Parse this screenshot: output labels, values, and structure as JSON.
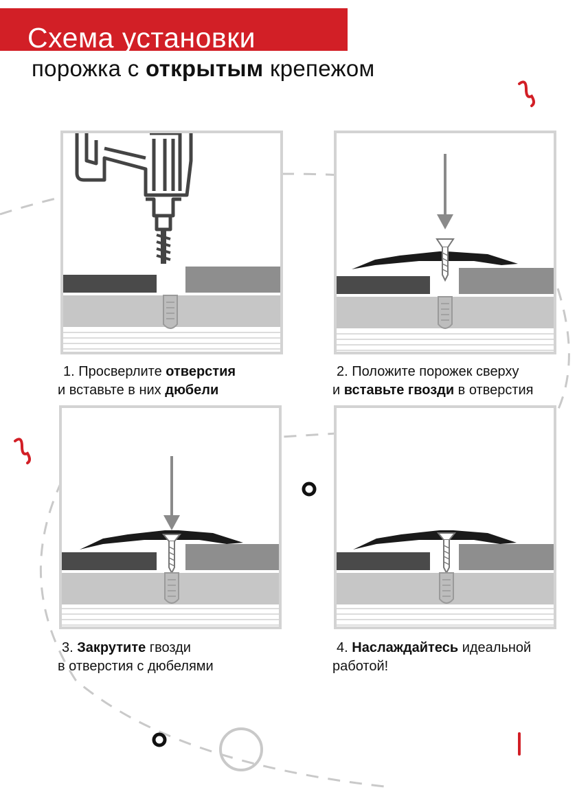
{
  "header": {
    "title": "Схема установки",
    "subtitle_pre": "порожка с ",
    "subtitle_bold": "открытым",
    "subtitle_post": " крепежом"
  },
  "steps": [
    {
      "line1_pre": "1. Просверлите ",
      "line1_bold": "отверстия",
      "line1_post": "",
      "line2_pre": "и вставьте в них ",
      "line2_bold": "дюбели",
      "line2_post": ""
    },
    {
      "line1_pre": "2. Положите порожек сверху",
      "line1_bold": "",
      "line1_post": "",
      "line2_pre": "и ",
      "line2_bold": "вставьте гвозди",
      "line2_post": " в отверстия"
    },
    {
      "line1_pre": "3. ",
      "line1_bold": "Закрутите",
      "line1_post": " гвозди",
      "line2_pre": "в отверстия с дюбелями",
      "line2_bold": "",
      "line2_post": ""
    },
    {
      "line1_pre": "4. ",
      "line1_bold": "Наслаждайтесь",
      "line1_post": " идеальной",
      "line2_pre": "работой!",
      "line2_bold": "",
      "line2_post": ""
    }
  ],
  "colors": {
    "accent": "#d21f26",
    "border": "#d3d3d3",
    "floor_dark": "#4a4a4a",
    "floor_mid": "#8e8e8e",
    "base": "#c6c6c6"
  },
  "icons": [
    "drill-icon",
    "arrow-down-icon",
    "screw-icon",
    "dowel-icon",
    "threshold-icon"
  ]
}
